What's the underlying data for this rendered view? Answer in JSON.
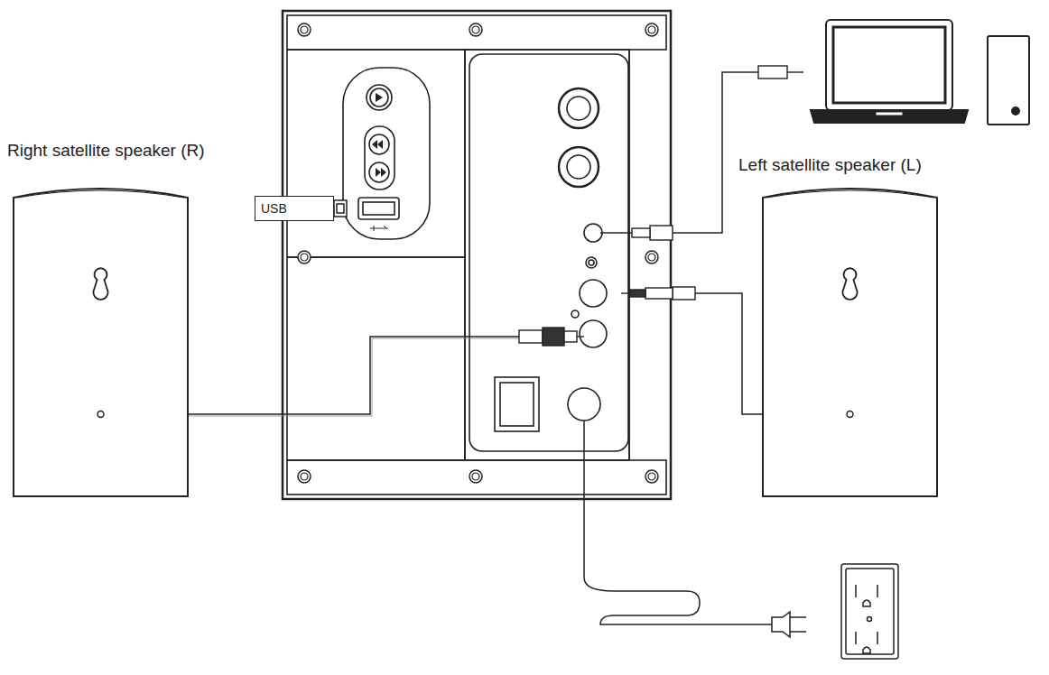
{
  "diagram": {
    "nodes": [
      {
        "text": [
          "Right satellite speaker (R)"
        ]
      },
      {
        "text": [
          "USB"
        ]
      },
      {
        "text": [
          "Left satellite speaker (L)"
        ]
      }
    ]
  }
}
